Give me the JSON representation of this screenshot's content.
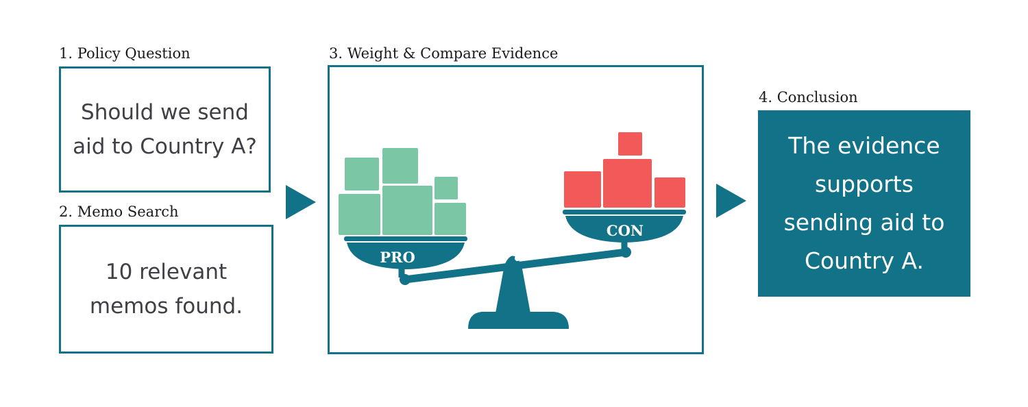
{
  "steps": {
    "policy": {
      "heading": "1. Policy Question",
      "text_line1": "Should we send",
      "text_line2": "aid to Country A?"
    },
    "memo": {
      "heading": "2. Memo Search",
      "text_line1": "10 relevant",
      "text_line2": "memos found."
    },
    "weigh": {
      "heading": "3. Weight & Compare Evidence",
      "pro_label": "PRO",
      "con_label": "CON"
    },
    "conclusion": {
      "heading": "4. Conclusion",
      "text_line1": "The evidence",
      "text_line2": "supports",
      "text_line3": "sending aid to",
      "text_line4": "Country A."
    }
  },
  "colors": {
    "teal": "#127287",
    "pro_green": "#7bc6a4",
    "con_red": "#f25a5a"
  },
  "icons": {
    "arrow": "triangle-right-icon",
    "scale": "balance-scale-icon"
  }
}
